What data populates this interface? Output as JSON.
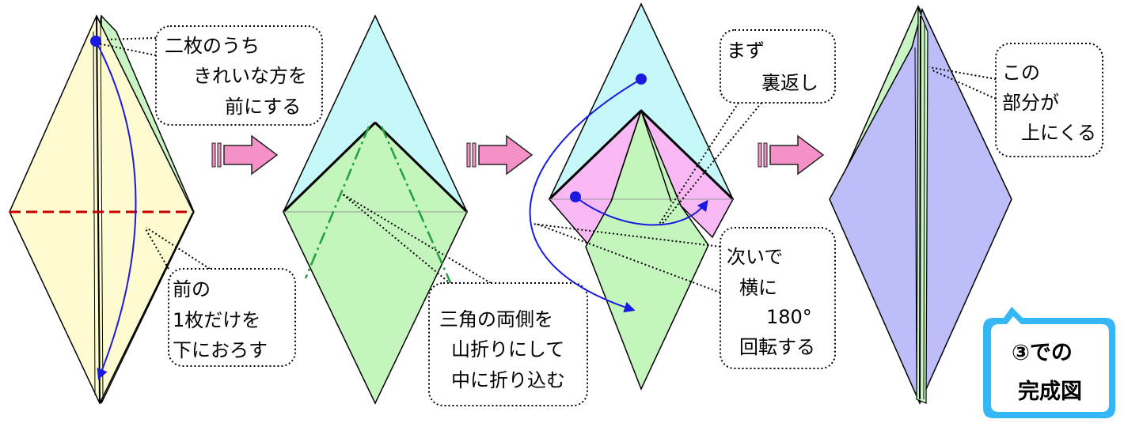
{
  "colors": {
    "yellow_paper": "#fdfbcf",
    "light_green": "#c9f5c4",
    "cyan": "#c6f7f9",
    "green": "#c4f5bd",
    "pink": "#f7b8f3",
    "purple": "#bdbdf9",
    "blue_arrow": "#1b1bdf",
    "dash_red": "#c80000",
    "dash_green": "#20a040",
    "step_arrow_pink": "#f590c8",
    "badge_border": "#35b6f5"
  },
  "steps": [
    {
      "callouts": [
        {
          "id": "front-choice",
          "lines": [
            "二枚のうち",
            "きれいな方を",
            "前にする"
          ]
        },
        {
          "id": "front-one",
          "lines": [
            "前の",
            "1枚だけを",
            "下におろす"
          ]
        }
      ]
    },
    {
      "callouts": [
        {
          "id": "triangle-fold",
          "lines": [
            "三角の両側を",
            "山折りにして",
            "中に折り込む"
          ]
        }
      ]
    },
    {
      "callouts": [
        {
          "id": "first-flip",
          "lines": [
            "まず",
            "裏返し"
          ]
        },
        {
          "id": "then-rotate",
          "lines": [
            "次いで",
            "横に",
            "180°",
            "回転する"
          ]
        }
      ]
    },
    {
      "callouts": [
        {
          "id": "this-part",
          "lines": [
            "この",
            "部分が",
            "上にくる"
          ]
        }
      ]
    }
  ],
  "badge": {
    "line1": "③での",
    "line2": "完成図"
  }
}
